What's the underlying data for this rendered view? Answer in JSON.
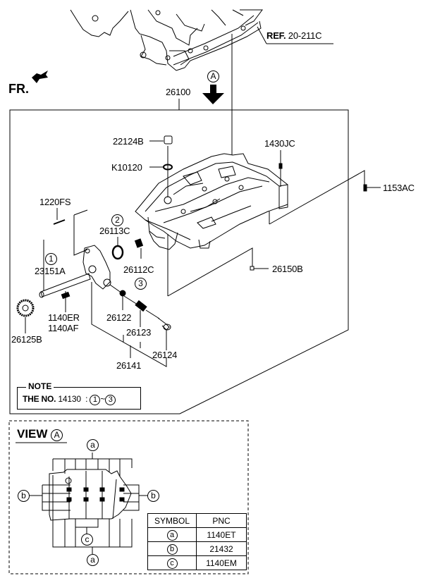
{
  "direction": {
    "label": "FR."
  },
  "reference": {
    "prefix": "REF.",
    "code": "20-211C"
  },
  "view_marker": {
    "symbol": "A"
  },
  "assembly": {
    "part_no": "26100"
  },
  "parts": [
    {
      "id": "22124B",
      "label": "22124B"
    },
    {
      "id": "K10120",
      "label": "K10120"
    },
    {
      "id": "1430JC",
      "label": "1430JC"
    },
    {
      "id": "1153AC",
      "label": "1153AC"
    },
    {
      "id": "1220FS",
      "label": "1220FS"
    },
    {
      "id": "26113C",
      "label": "26113C",
      "note_no": "2"
    },
    {
      "id": "23151A",
      "label": "23151A",
      "note_no": "1"
    },
    {
      "id": "26112C",
      "label": "26112C",
      "note_no": "3"
    },
    {
      "id": "26150B",
      "label": "26150B"
    },
    {
      "id": "1140ER",
      "label": "1140ER"
    },
    {
      "id": "1140AF",
      "label": "1140AF"
    },
    {
      "id": "26125B",
      "label": "26125B"
    },
    {
      "id": "26122",
      "label": "26122"
    },
    {
      "id": "26123",
      "label": "26123"
    },
    {
      "id": "26124",
      "label": "26124"
    },
    {
      "id": "26141",
      "label": "26141"
    }
  ],
  "note": {
    "title": "NOTE",
    "prefix": "THE NO.",
    "part_no": "14130",
    "separator": ":",
    "range_start": "1",
    "range_sep": "~",
    "range_end": "3"
  },
  "view": {
    "title": "VIEW",
    "symbol": "A",
    "callouts": {
      "top": "a",
      "bottom": "a",
      "left": "b",
      "right": "b",
      "center": "c"
    },
    "table": {
      "headers": [
        "SYMBOL",
        "PNC"
      ],
      "rows": [
        {
          "symbol": "a",
          "pnc": "1140ET"
        },
        {
          "symbol": "b",
          "pnc": "21432"
        },
        {
          "symbol": "c",
          "pnc": "1140EM"
        }
      ]
    }
  }
}
